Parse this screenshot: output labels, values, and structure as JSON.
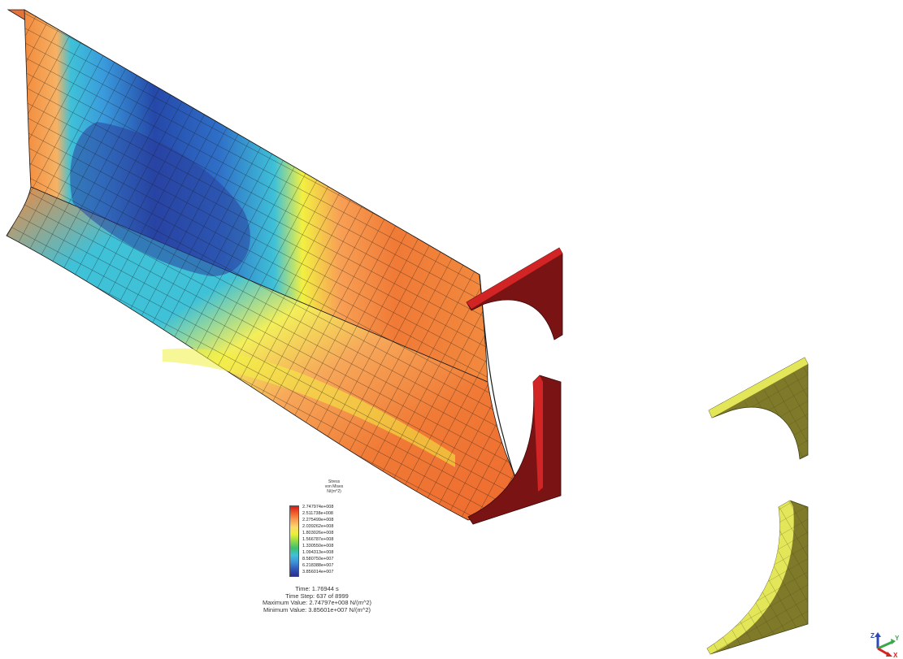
{
  "legend": {
    "title_lines": [
      "Stress",
      "von Mises",
      "N/(m^2)"
    ],
    "values": [
      "2.747974e+008",
      "2.511738e+008",
      "2.275499e+008",
      "2.039262e+008",
      "1.803026e+008",
      "1.566787e+008",
      "1.330550e+008",
      "1.094313e+008",
      "8.580750e+007",
      "6.218388e+007",
      "3.856014e+007"
    ],
    "colors": [
      "#d7191c",
      "#f0602a",
      "#f8a055",
      "#fbd96a",
      "#e8f037",
      "#8fd94a",
      "#3fbf6f",
      "#3fc1d8",
      "#3f93d9",
      "#3157b8",
      "#2a2f8f"
    ]
  },
  "stats": {
    "time": "Time: 1.76944 s",
    "time_step": "Time Step: 637 of 8999",
    "max_value": "Maximum Value: 2.74797e+008 N/(m^2)",
    "min_value": "Minimum Value: 3.85601e+007 N/(m^2)"
  },
  "triad": {
    "z": "Z",
    "y": "Y",
    "x": "X"
  },
  "colors": {
    "bracket_dark": "#7a1414",
    "bracket_red": "#d22424",
    "ghost_yellow": "#e4e65a",
    "ghost_olive": "#7f7a2a",
    "mesh_line": "#1a1a1a"
  }
}
